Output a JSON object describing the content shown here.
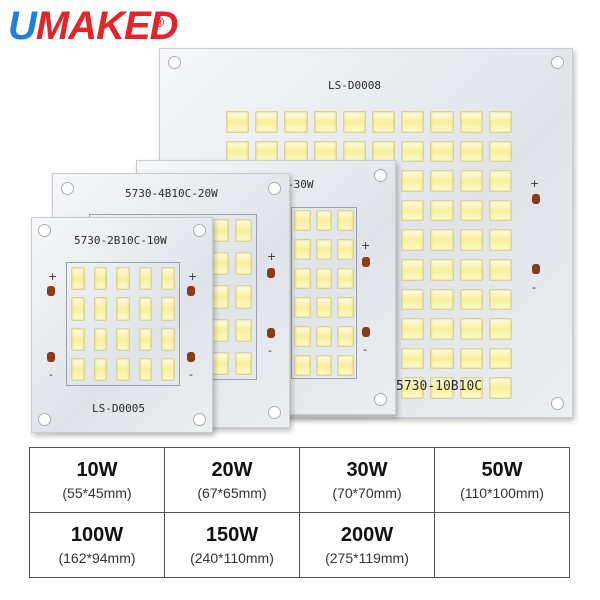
{
  "logo": {
    "brand_first": "U",
    "brand_rest": "MAKED",
    "registered": "®"
  },
  "boards": {
    "board_100w": {
      "model": "LS-D0008",
      "code": "5730-10B10C",
      "plus": "+",
      "minus": "-"
    },
    "board_30w": {
      "code": "-30W",
      "plus": "+",
      "minus": "-"
    },
    "board_20w": {
      "code": "5730-4B10C-20W",
      "plus": "+",
      "minus": "-"
    },
    "board_10w": {
      "code": "5730-2B10C-10W",
      "model": "LS-D0005",
      "plus": "+",
      "minus": "-"
    }
  },
  "spec_table": [
    {
      "watt": "10W",
      "size": "(55*45mm)"
    },
    {
      "watt": "20W",
      "size": "(67*65mm)"
    },
    {
      "watt": "30W",
      "size": "(70*70mm)"
    },
    {
      "watt": "50W",
      "size": "(110*100mm)"
    },
    {
      "watt": "100W",
      "size": "(162*94mm)"
    },
    {
      "watt": "150W",
      "size": "(240*110mm)"
    },
    {
      "watt": "200W",
      "size": "(275*119mm)"
    },
    {
      "watt": "",
      "size": ""
    }
  ],
  "colors": {
    "logo_blue": "#1f7fe0",
    "logo_red": "#e3242b",
    "pad": "#8b3a1a",
    "led": "#f6f09a"
  }
}
